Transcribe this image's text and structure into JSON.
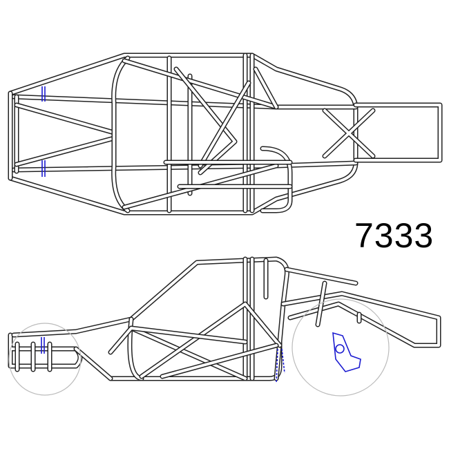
{
  "drawing": {
    "label": "7333",
    "views": [
      "top",
      "side"
    ],
    "colors": {
      "frame": "#222222",
      "bracket": "#1a1ad0",
      "wheel": "#bbbbbb"
    }
  }
}
